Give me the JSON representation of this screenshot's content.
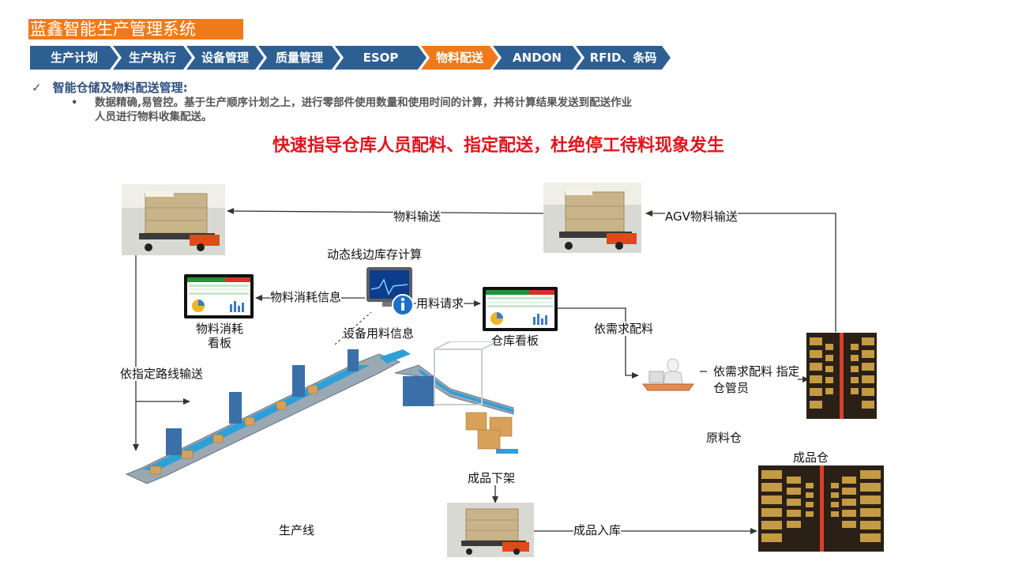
{
  "app": {
    "title": "蓝鑫智能生产管理系统"
  },
  "nav": {
    "tabs": [
      {
        "label": "生产计划",
        "active": false
      },
      {
        "label": "生产执行",
        "active": false
      },
      {
        "label": "设备管理",
        "active": false
      },
      {
        "label": "质量管理",
        "active": false
      },
      {
        "label": "ESOP",
        "active": false
      },
      {
        "label": "物料配送",
        "active": true
      },
      {
        "label": "ANDON",
        "active": false
      },
      {
        "label": "RFID、条码",
        "active": false
      }
    ]
  },
  "section": {
    "check_icon": "checkmark-icon",
    "heading": "智能仓储及物料配送管理:",
    "bullet": "•",
    "desc_line1": "数据精确,易管控。基于生产顺序计划之上，进行零部件使用数量和使用时间的计算，并将计算结果发送到配送作业",
    "desc_line2": "人员进行物料收集配送。"
  },
  "slogan": "快速指导仓库人员配料、指定配送，杜绝停工待料现象发生",
  "diagram": {
    "labels": {
      "material_transport": "物料输送",
      "agv_transport": "AGV物料输送",
      "dynamic_stock_calc": "动态线边库存计算",
      "consumption_info": "物料消耗信息",
      "material_request": "用料请求",
      "consumption_board_l1": "物料消耗",
      "consumption_board_l2": "看板",
      "equipment_material_info": "设备用料信息",
      "warehouse_board": "仓库看板",
      "on_demand_pick": "依需求配料",
      "keeper_action": "依需求配料 指定",
      "keeper": "仓管员",
      "route_transport": "依指定路线输送",
      "raw_warehouse": "原料仓",
      "finished_warehouse": "成品仓",
      "unload_finished": "成品下架",
      "finished_inbound": "成品入库",
      "production_line": "生产线"
    },
    "colors": {
      "accent": "#f07a1a",
      "nav": "#2e5f93",
      "slogan": "#e0141c",
      "arrow": "#333333"
    }
  }
}
